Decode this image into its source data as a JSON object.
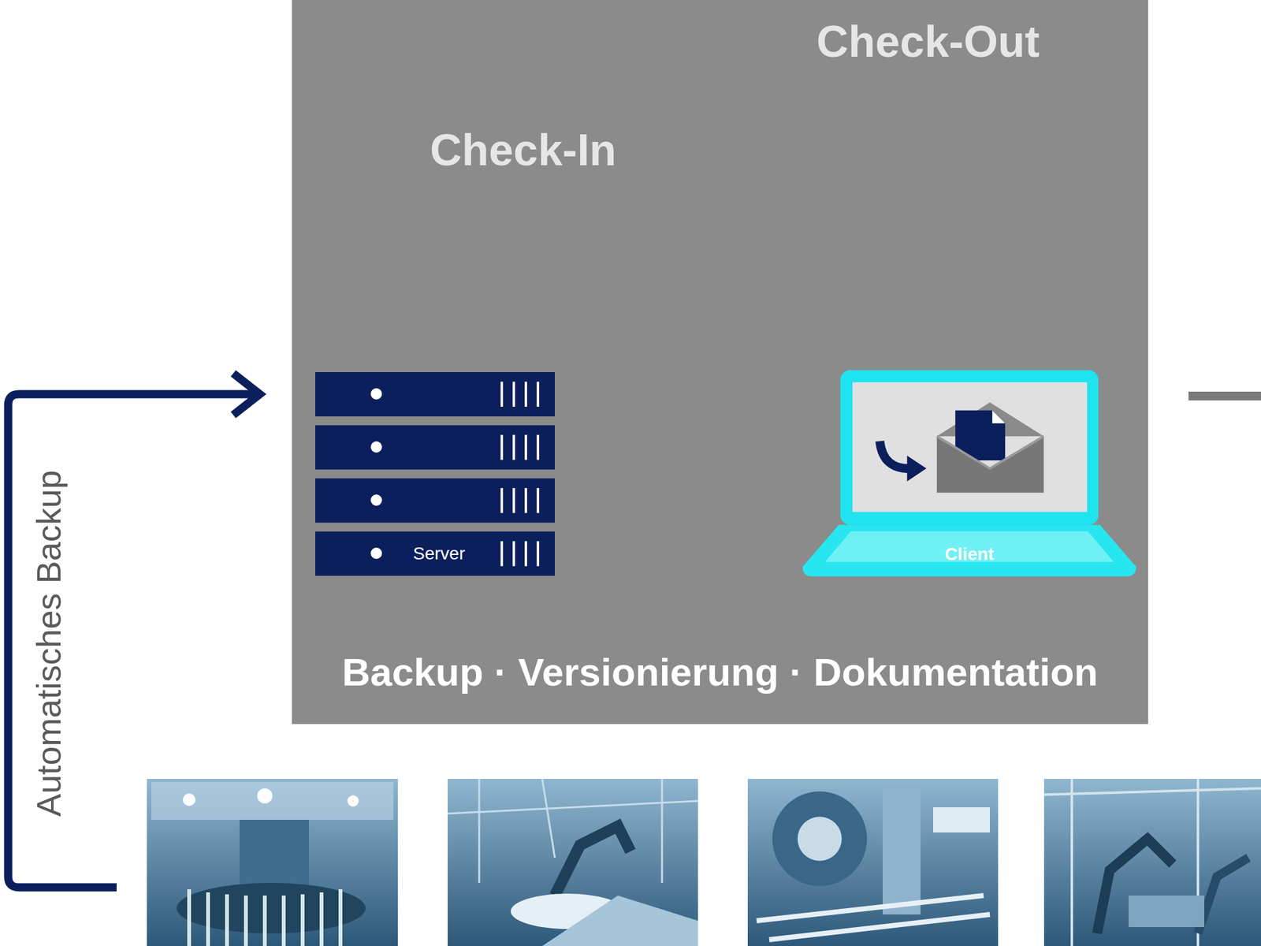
{
  "diagram": {
    "nodes": [
      {
        "text": [
          "Backup · Versionierung · Dokumentation"
        ]
      },
      {
        "text": [
          "Server"
        ],
        "in": 0
      },
      {
        "text": [
          "Client"
        ],
        "in": 0
      }
    ],
    "edges": [
      {
        "from": 1,
        "to": 2,
        "label": "Check-Out",
        "arrow": "to"
      },
      {
        "from": 2,
        "to": 1,
        "label": "Check-In",
        "arrow": "to"
      }
    ],
    "labels": [
      "Automatisches Backup"
    ]
  }
}
